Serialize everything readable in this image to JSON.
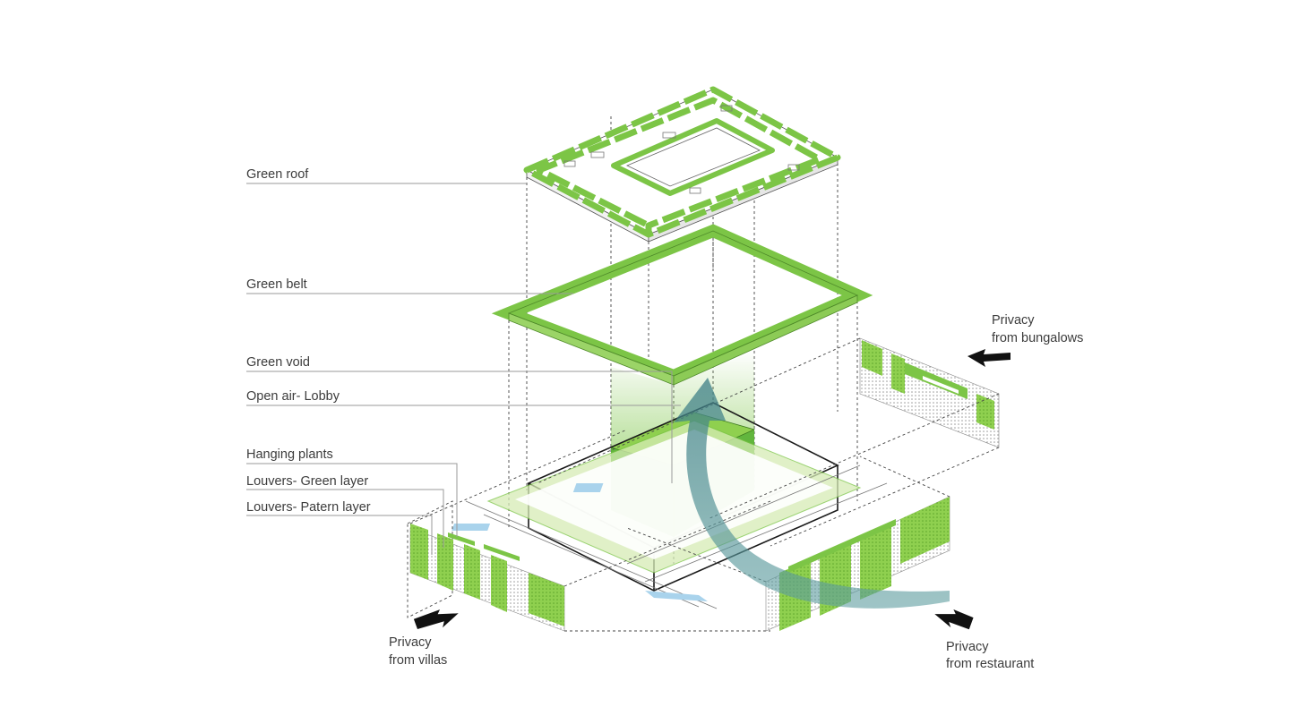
{
  "labels": {
    "green_roof": "Green roof",
    "green_belt": "Green belt",
    "green_void": "Green void",
    "open_air_lobby": "Open air- Lobby",
    "hanging_plants": "Hanging plants",
    "louvers_green": "Louvers- Green layer",
    "louvers_pattern": "Louvers- Patern layer"
  },
  "notes": {
    "bungalows_1": "Privacy",
    "bungalows_2": "from bungalows",
    "villas_1": "Privacy",
    "villas_2": "from villas",
    "restaurant_1": "Privacy",
    "restaurant_2": "from restaurant"
  },
  "colors": {
    "green": "#7cc546",
    "green_light": "#b9e08f",
    "teal_arrow": "#5f9ea0",
    "water": "#a9d3ec",
    "ink": "#1a1a1a"
  }
}
